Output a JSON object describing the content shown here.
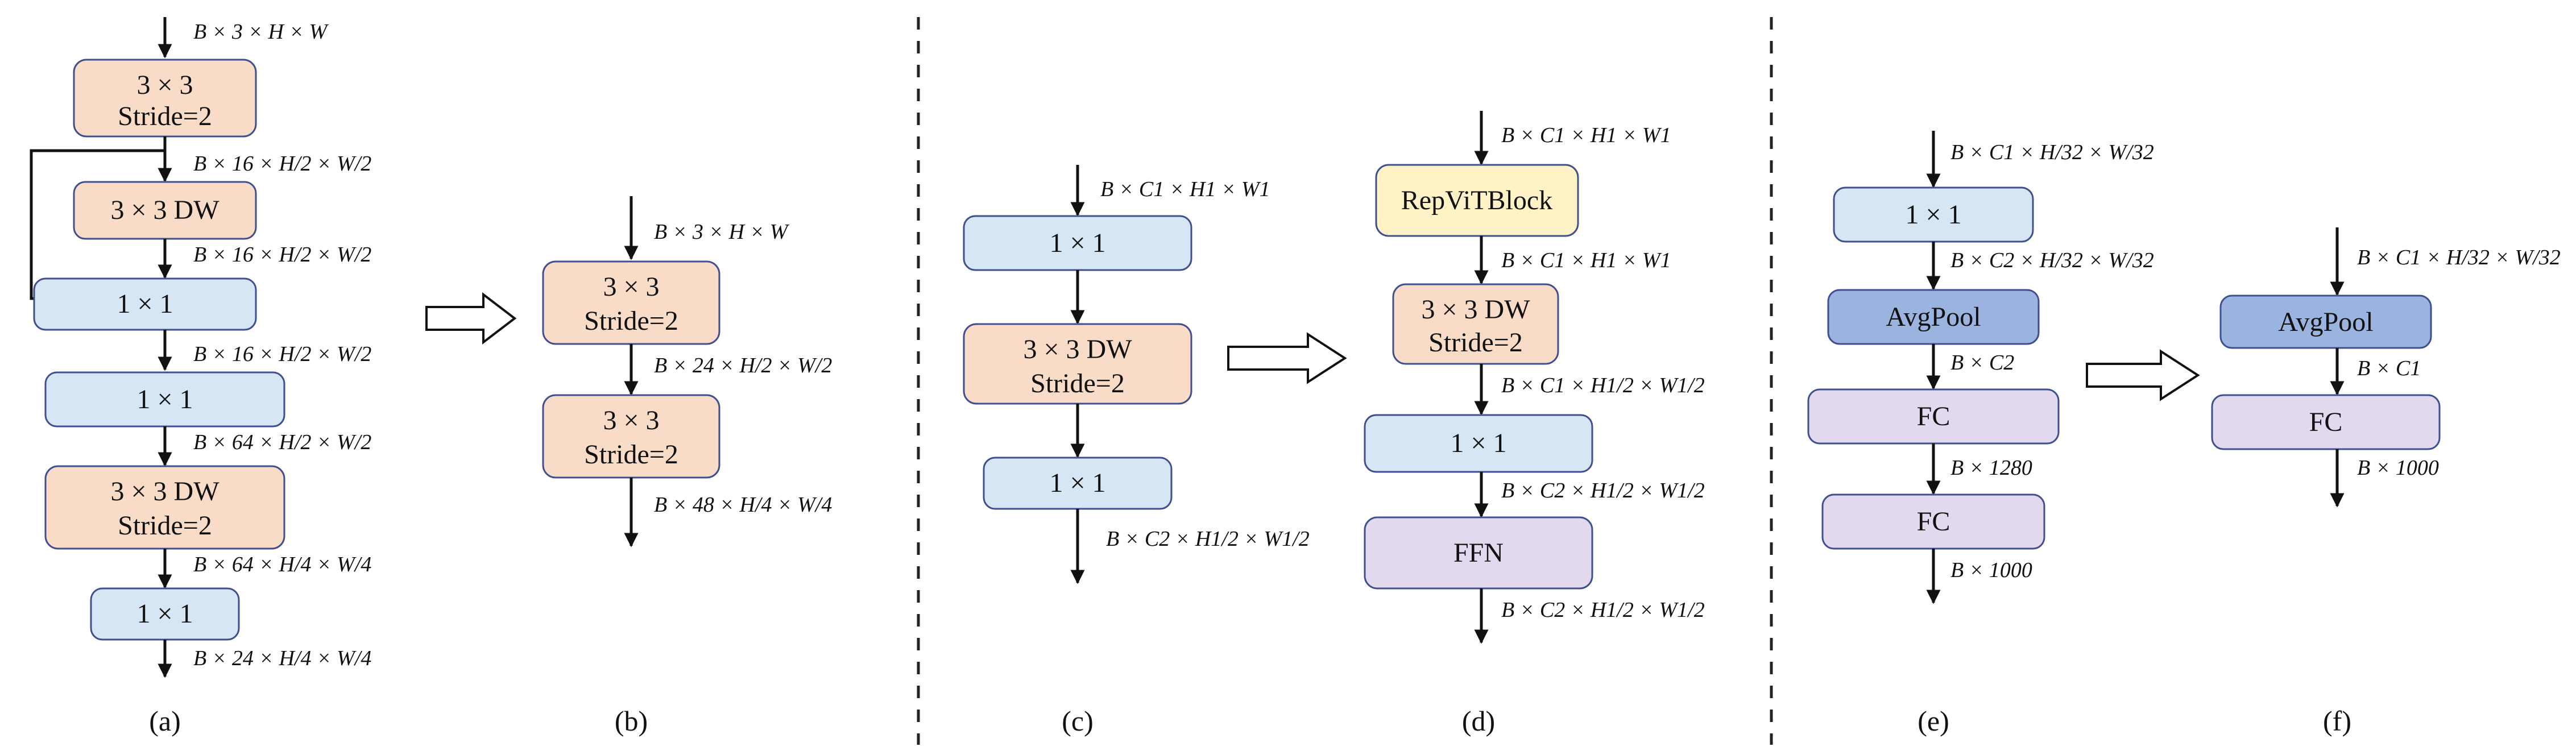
{
  "panels": {
    "a": {
      "caption": "(a)",
      "blocks": [
        "3 × 3|Stride=2",
        "3 × 3 DW",
        "1 × 1",
        "1 × 1",
        "3 × 3 DW|Stride=2",
        "1 × 1"
      ],
      "dims": [
        "B × 3 × H × W",
        "B × 16 × H/2 × W/2",
        "B × 16 × H/2 × W/2",
        "B × 16 × H/2 × W/2",
        "B × 64 × H/2 × W/2",
        "B × 64 × H/4 × W/4",
        "B × 24 × H/4 × W/4"
      ]
    },
    "b": {
      "caption": "(b)",
      "blocks": [
        "3 × 3|Stride=2",
        "3 × 3|Stride=2"
      ],
      "dims": [
        "B × 3 × H × W",
        "B × 24 × H/2 × W/2",
        "B × 48 × H/4 × W/4"
      ]
    },
    "c": {
      "caption": "(c)",
      "blocks": [
        "1 × 1",
        "3 × 3 DW|Stride=2",
        "1 × 1"
      ],
      "dims": [
        "B × C1 × H1 × W1",
        "B × C2 × H1/2 × W1/2"
      ]
    },
    "d": {
      "caption": "(d)",
      "blocks": [
        "RepViTBlock",
        "3 × 3 DW|Stride=2",
        "1 × 1",
        "FFN"
      ],
      "dims": [
        "B × C1 × H1 × W1",
        "B × C1 × H1 × W1",
        "B × C1 × H1/2 × W1/2",
        "B × C2 × H1/2 × W1/2",
        "B × C2 × H1/2 × W1/2"
      ]
    },
    "e": {
      "caption": "(e)",
      "blocks": [
        "1 × 1",
        "AvgPool",
        "FC",
        "FC"
      ],
      "dims": [
        "B × C1 × H/32 × W/32",
        "B × C2 × H/32 × W/32",
        "B × C2",
        "B × 1280",
        "B × 1000"
      ]
    },
    "f": {
      "caption": "(f)",
      "blocks": [
        "AvgPool",
        "FC"
      ],
      "dims": [
        "B × C1 × H/32 × W/32",
        "B × C1",
        "B × 1000"
      ]
    }
  },
  "colors": {
    "conv_stride": "#f8dcc7",
    "conv_1x1": "#d7e6f5",
    "repvit": "#fff2c6",
    "ffn_fc": "#e3d9ef",
    "avgpool": "#9bb3df",
    "border": "#3f4f8f"
  }
}
